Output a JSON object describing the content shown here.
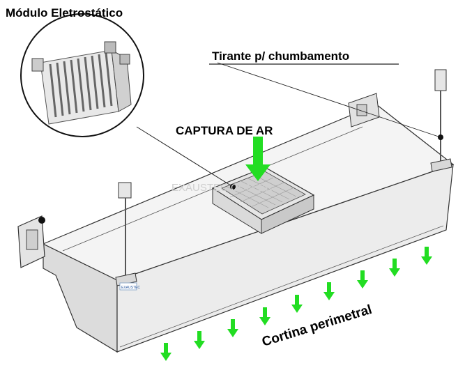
{
  "labels": {
    "module": "Módulo Eletrostático",
    "rod": "Tirante p/ chumbamento",
    "intake": "CAPTURA DE AR",
    "curtain": "Cortina perimetral",
    "watermark": "EXAUSTEC.COM.BR",
    "plate": "EXAUSTEC"
  },
  "colors": {
    "arrow": "#22dd22",
    "arrow_dark": "#14a814",
    "body_top": "#f4f4f4",
    "body_front": "#ececec",
    "body_side": "#dcdcdc"
  },
  "icons": {
    "arrow": "down-arrow-icon",
    "filter": "electrostatic-filter-icon",
    "bracket": "hanger-bracket-icon"
  }
}
